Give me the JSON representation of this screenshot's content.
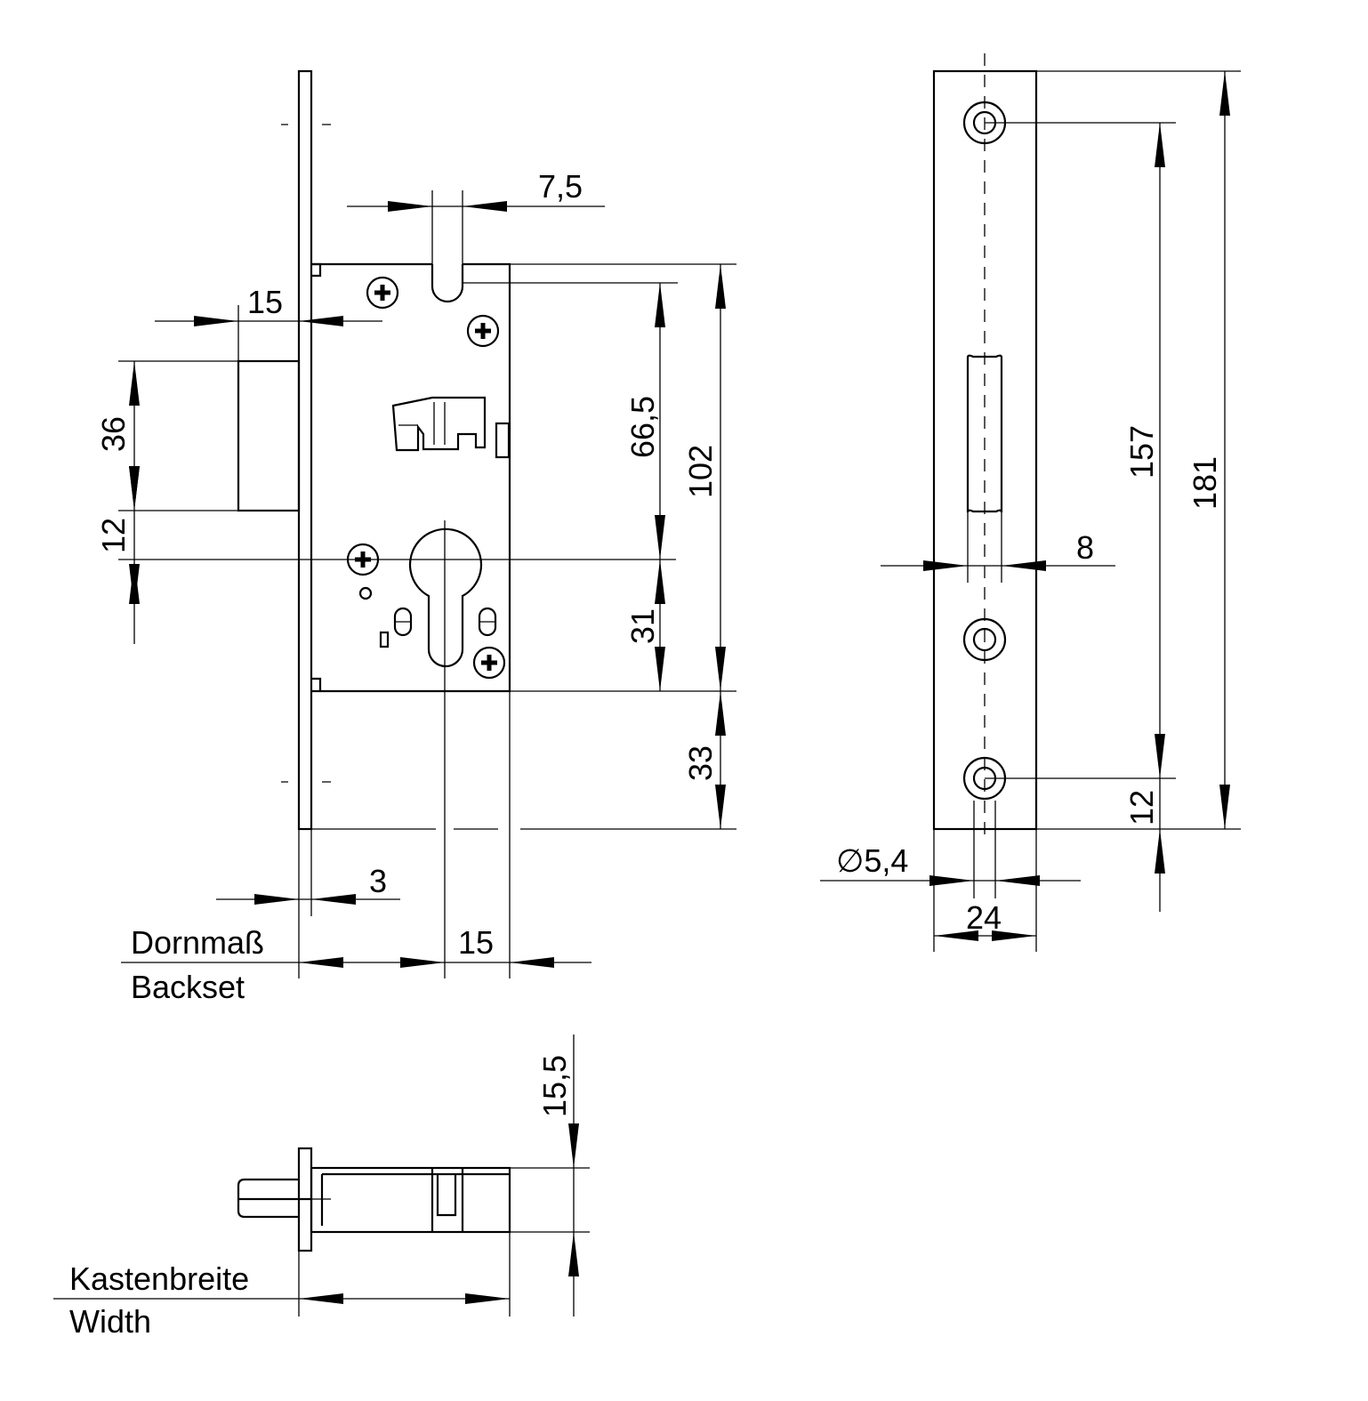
{
  "dimensions": {
    "top_offset": "7,5",
    "faceplate_projection": "15",
    "latch_height": "36",
    "latch_offset": "12",
    "follower_to_cylinder": "66,5",
    "case_height": "102",
    "cylinder_to_bottom": "31",
    "bottom_extension": "33",
    "faceplate_thickness": "3",
    "cylinder_offset": "15",
    "hole_spacing": "157",
    "faceplate_length": "181",
    "slot_width": "8",
    "hole_diameter": "∅5,4",
    "faceplate_width": "24",
    "hole_edge_offset": "12",
    "bolt_step": "15,5"
  },
  "labels": {
    "backset_de": "Dornmaß",
    "backset_en": "Backset",
    "width_de": "Kastenbreite",
    "width_en": "Width"
  }
}
